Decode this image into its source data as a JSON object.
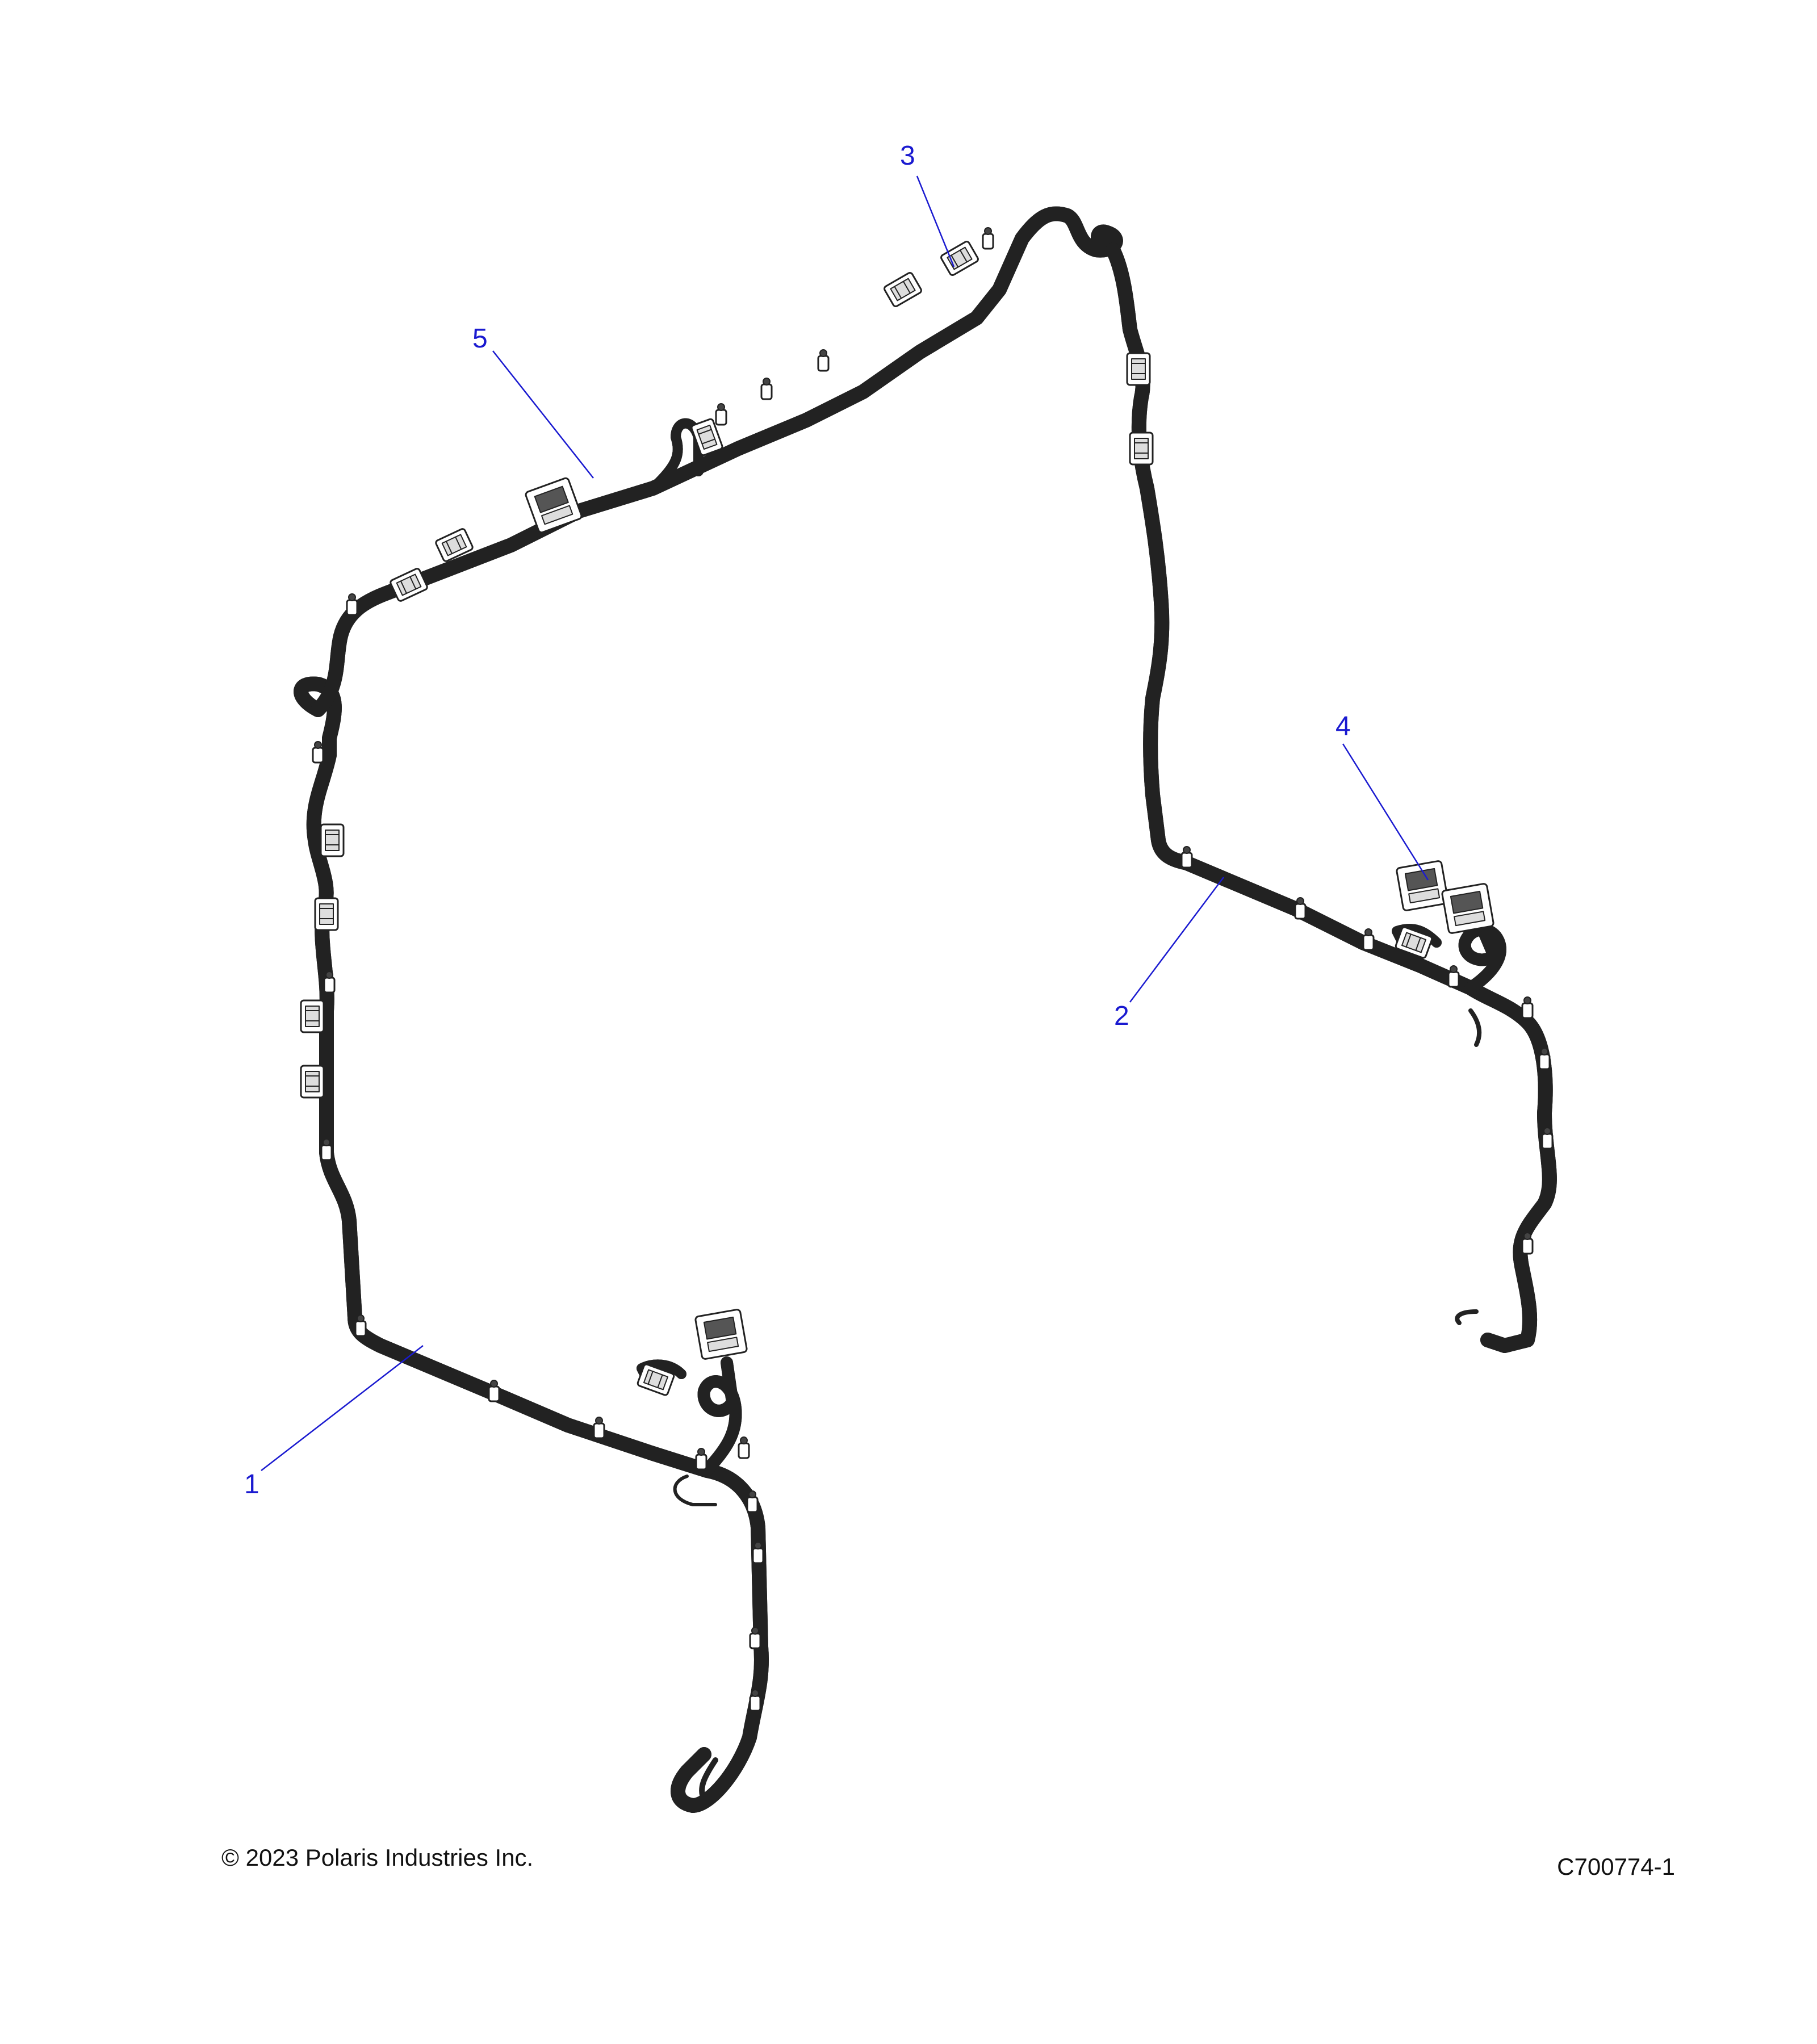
{
  "callouts": [
    {
      "id": "callout-1",
      "number": "1"
    },
    {
      "id": "callout-2",
      "number": "2"
    },
    {
      "id": "callout-3",
      "number": "3"
    },
    {
      "id": "callout-4",
      "number": "4"
    },
    {
      "id": "callout-5",
      "number": "5"
    }
  ],
  "footer": {
    "copyright": "© 2023 Polaris Industries Inc.",
    "figure_id": "C700774-1"
  },
  "colors": {
    "callout": "#1a1ad0",
    "line_art": "#222222",
    "background": "#ffffff"
  }
}
